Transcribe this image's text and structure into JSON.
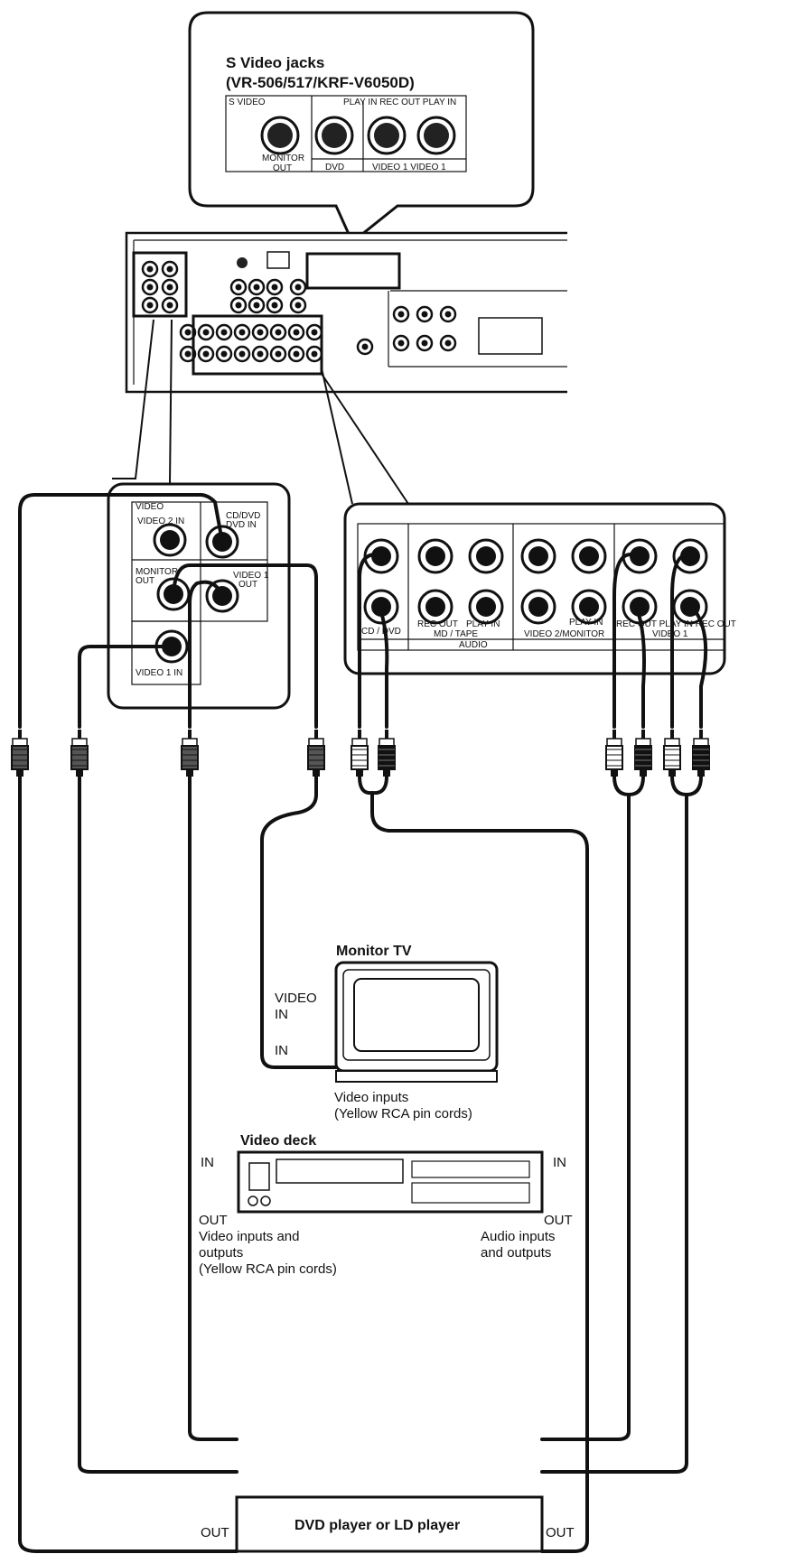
{
  "svideo": {
    "title_line1": "S Video jacks",
    "title_line2": "(VR-506/517/KRF-V6050D)",
    "section_label": "S VIDEO",
    "play_in_rec_out_label": "PLAY IN REC OUT PLAY IN",
    "jack_monitor_out": "MONITOR\nOUT",
    "jack_dvd": "DVD",
    "jack_video1_pair": "VIDEO 1  VIDEO 1"
  },
  "video_panel": {
    "header": "VIDEO",
    "video2_in": "VIDEO 2 IN",
    "cd_dvd_in": "CD/DVD\nDVD IN",
    "monitor_out": "MONITOR\nOUT",
    "video1_out": "VIDEO 1\nOUT",
    "video1_in": "VIDEO 1 IN"
  },
  "audio_panel": {
    "cd_dvd": "CD / DVD",
    "rec_out": "REC OUT",
    "play_in": "PLAY IN",
    "md_tape": "MD / TAPE",
    "video2_play_in": "PLAY IN",
    "video2_monitor": "VIDEO 2/MONITOR",
    "rec_out_play_in_rec_out": "REC OUT PLAY IN REC OUT",
    "video1": "VIDEO 1",
    "audio_footer": "AUDIO"
  },
  "monitor_tv": {
    "title": "Monitor TV",
    "video_in_line1": "VIDEO",
    "video_in_line2": "IN",
    "in_label": "IN",
    "note_line1": "Video inputs",
    "note_line2": "(Yellow RCA pin cords)"
  },
  "video_deck": {
    "title": "Video deck",
    "in_left": "IN",
    "in_right": "IN",
    "out_left": "OUT",
    "out_right": "OUT",
    "video_note_line1": "Video inputs and",
    "video_note_line2": "outputs",
    "video_note_line3": "(Yellow RCA pin cords)",
    "audio_note_line1": "Audio inputs",
    "audio_note_line2": "and outputs"
  },
  "dvd_player": {
    "label": "DVD player or LD player",
    "out_left": "OUT",
    "out_right": "OUT"
  }
}
